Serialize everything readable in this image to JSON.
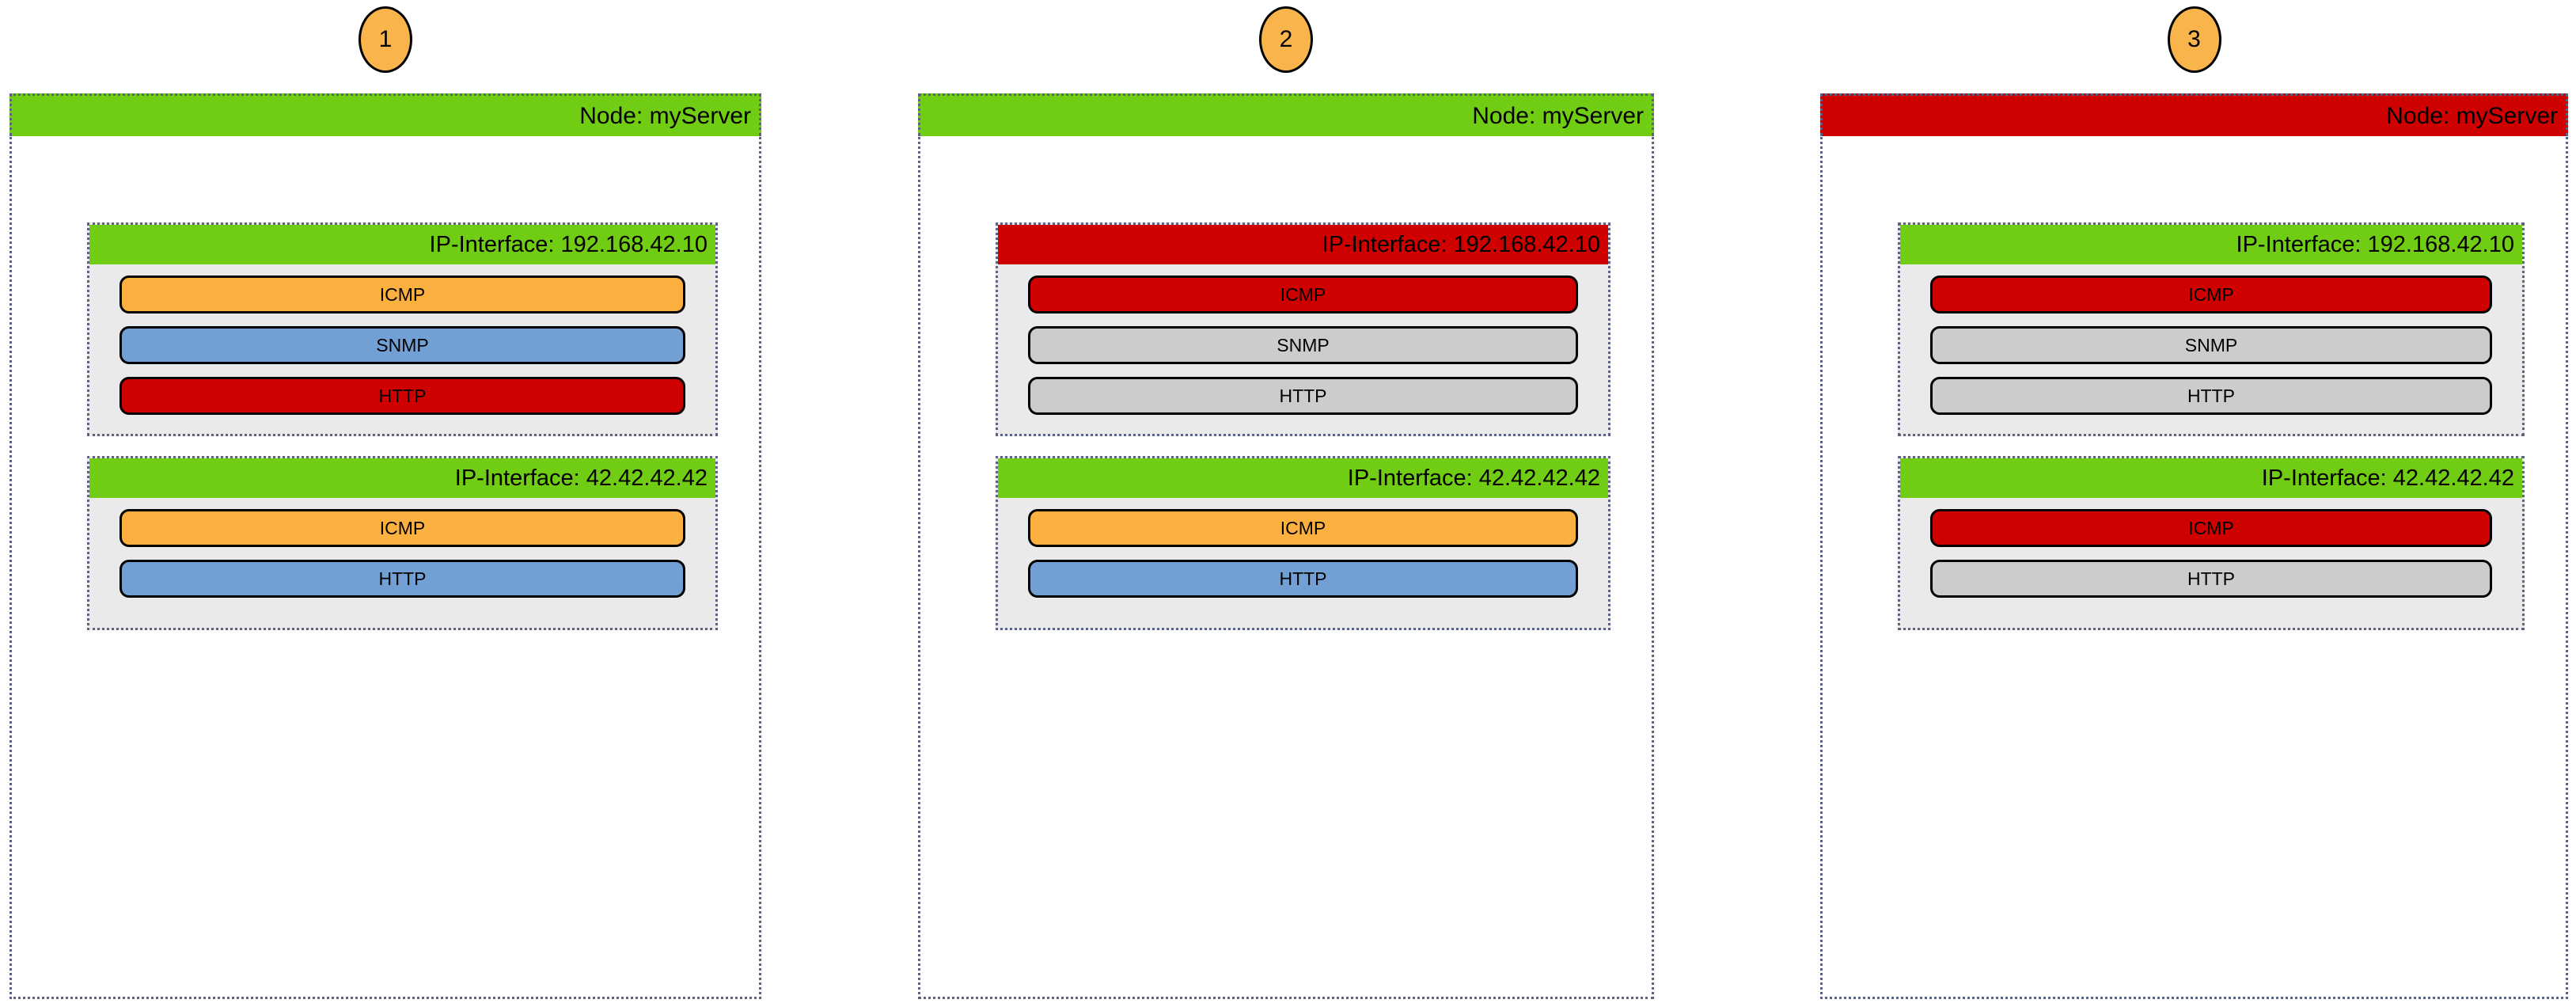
{
  "colors": {
    "green": "#70CD14",
    "red": "#CE0000",
    "orange": "#FBB040",
    "blue": "#72A0D4",
    "gray": "#CCCCCC",
    "panel_body": "#EAEAEA",
    "border": "#5b6282",
    "badge": "#F9B44B"
  },
  "panels": [
    {
      "badge": "1",
      "node": {
        "label": "Node: myServer",
        "color": "green"
      },
      "interfaces": [
        {
          "label": "IP-Interface: 192.168.42.10",
          "color": "green",
          "services": [
            {
              "label": "ICMP",
              "color": "orange"
            },
            {
              "label": "SNMP",
              "color": "blue"
            },
            {
              "label": "HTTP",
              "color": "red"
            }
          ]
        },
        {
          "label": "IP-Interface: 42.42.42.42",
          "color": "green",
          "services": [
            {
              "label": "ICMP",
              "color": "orange"
            },
            {
              "label": "HTTP",
              "color": "blue"
            }
          ]
        }
      ]
    },
    {
      "badge": "2",
      "node": {
        "label": "Node: myServer",
        "color": "green"
      },
      "interfaces": [
        {
          "label": "IP-Interface: 192.168.42.10",
          "color": "red",
          "services": [
            {
              "label": "ICMP",
              "color": "red"
            },
            {
              "label": "SNMP",
              "color": "gray"
            },
            {
              "label": "HTTP",
              "color": "gray"
            }
          ]
        },
        {
          "label": "IP-Interface: 42.42.42.42",
          "color": "green",
          "services": [
            {
              "label": "ICMP",
              "color": "orange"
            },
            {
              "label": "HTTP",
              "color": "blue"
            }
          ]
        }
      ]
    },
    {
      "badge": "3",
      "node": {
        "label": "Node: myServer",
        "color": "red"
      },
      "interfaces": [
        {
          "label": "IP-Interface: 192.168.42.10",
          "color": "green",
          "services": [
            {
              "label": "ICMP",
              "color": "red"
            },
            {
              "label": "SNMP",
              "color": "gray"
            },
            {
              "label": "HTTP",
              "color": "gray"
            }
          ]
        },
        {
          "label": "IP-Interface: 42.42.42.42",
          "color": "green",
          "services": [
            {
              "label": "ICMP",
              "color": "red"
            },
            {
              "label": "HTTP",
              "color": "gray"
            }
          ]
        }
      ]
    }
  ],
  "layout": {
    "panel_lefts": [
      12,
      1160,
      2300
    ],
    "panel_widths": [
      950,
      930,
      945
    ],
    "iface_insets": [
      95,
      95,
      95
    ],
    "iface_tops": [
      160,
      455
    ],
    "iface_heights": [
      270,
      220
    ]
  }
}
